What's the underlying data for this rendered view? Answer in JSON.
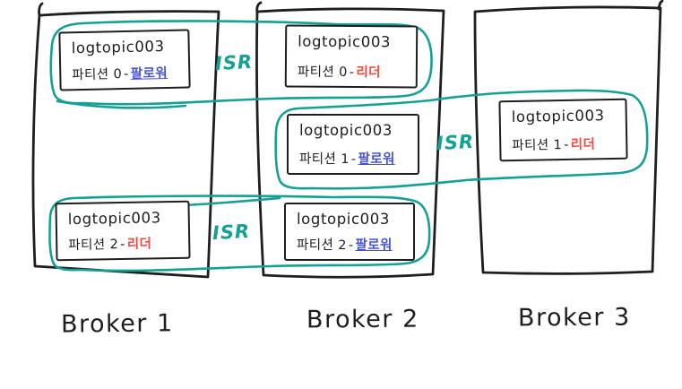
{
  "diagram": {
    "description": "Hand-drawn Kafka replication diagram: topic logtopic003 partitions replicated across three brokers with ISR groupings",
    "topic_name": "logtopic003"
  },
  "brokers": [
    {
      "name": "Broker 1"
    },
    {
      "name": "Broker 2"
    },
    {
      "name": "Broker 3"
    }
  ],
  "isr_labels": [
    {
      "text": "ISR"
    },
    {
      "text": "ISR"
    },
    {
      "text": "ISR"
    }
  ],
  "partitions": [
    {
      "broker": "Broker 1",
      "topic": "logtopic003",
      "partition": "파티션 0",
      "dash": "-",
      "role": "팔로워",
      "role_type": "follower",
      "role_class": "role follower"
    },
    {
      "broker": "Broker 2",
      "topic": "logtopic003",
      "partition": "파티션 0",
      "dash": "-",
      "role": "리더",
      "role_type": "leader",
      "role_class": "role leader"
    },
    {
      "broker": "Broker 2",
      "topic": "logtopic003",
      "partition": "파티션 1",
      "dash": "-",
      "role": "팔로워",
      "role_type": "follower",
      "role_class": "role follower"
    },
    {
      "broker": "Broker 3",
      "topic": "logtopic003",
      "partition": "파티션 1",
      "dash": "-",
      "role": "리더",
      "role_type": "leader",
      "role_class": "role leader"
    },
    {
      "broker": "Broker 1",
      "topic": "logtopic003",
      "partition": "파티션 2",
      "dash": "-",
      "role": "리더",
      "role_type": "leader",
      "role_class": "role leader"
    },
    {
      "broker": "Broker 2",
      "topic": "logtopic003",
      "partition": "파티션 2",
      "dash": "-",
      "role": "팔로워",
      "role_type": "follower",
      "role_class": "role follower"
    }
  ],
  "colors": {
    "ink": "#1e1e1e",
    "isr_teal": "#14a193",
    "leader_red": "#f8493c",
    "follower_blue": "#4653d7"
  }
}
